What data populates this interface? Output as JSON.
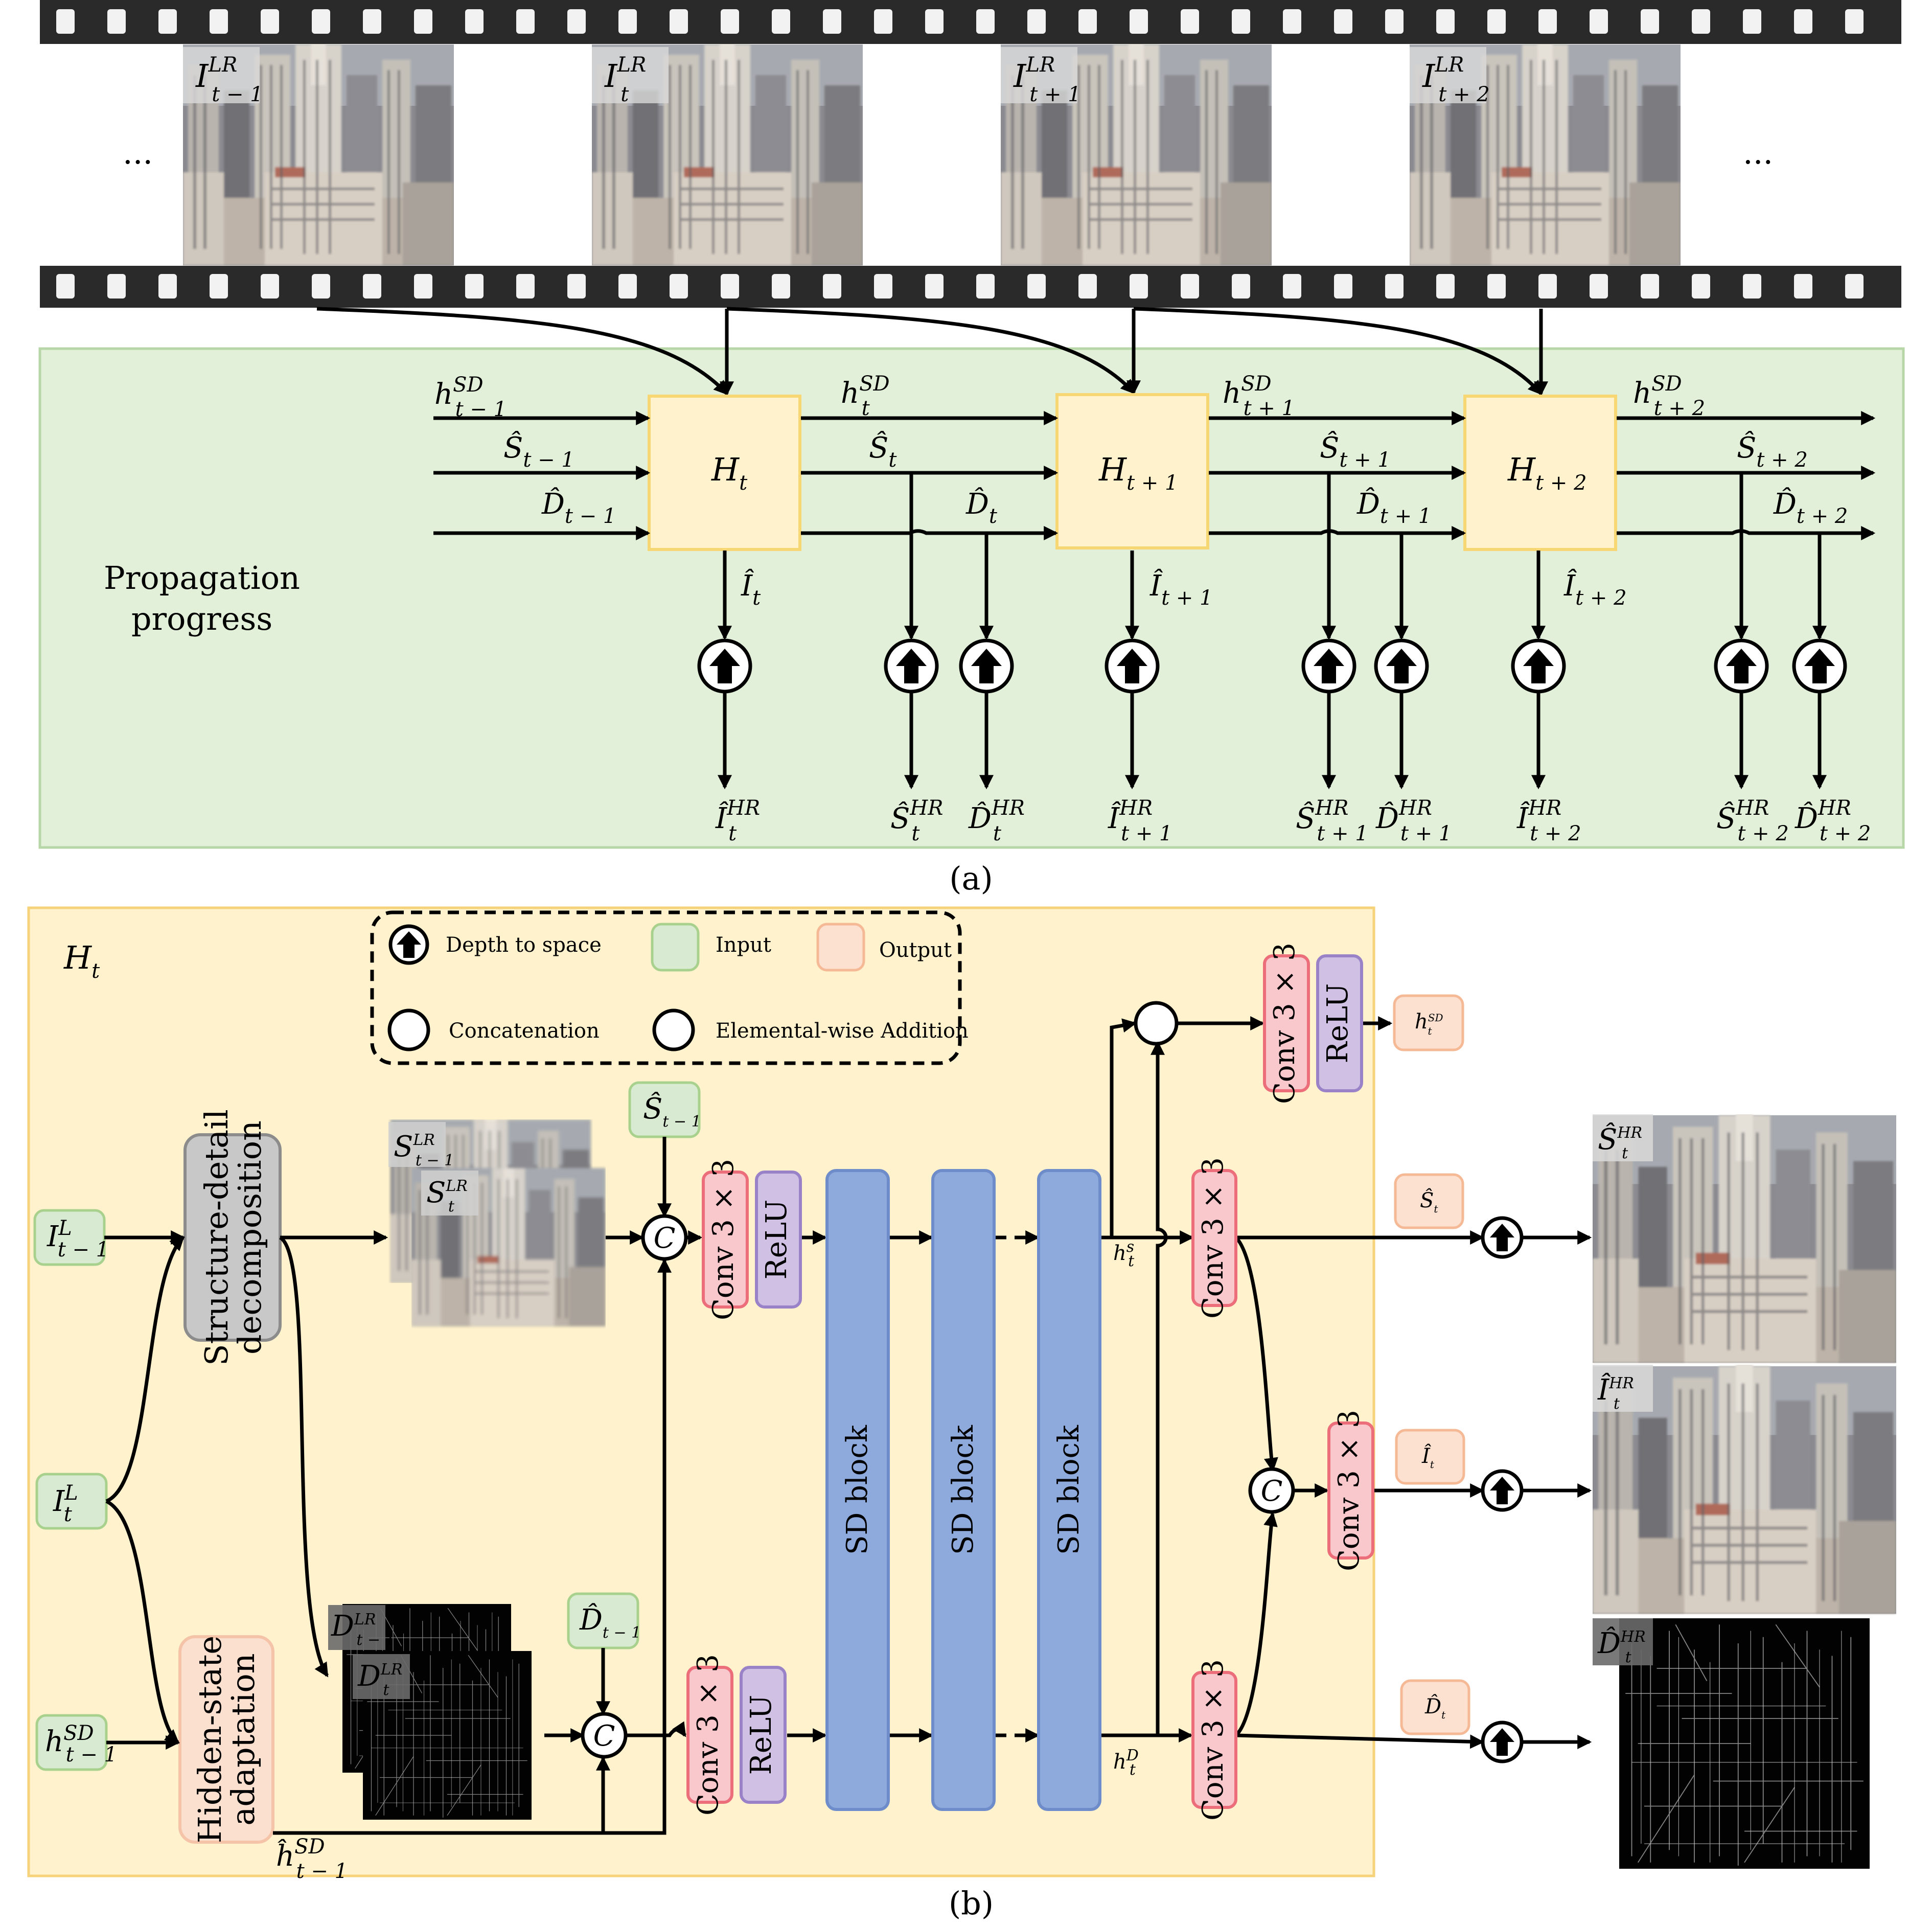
{
  "filmstrip": {
    "frames": [
      {
        "sym": "I",
        "sup": "LR",
        "sub": "t − 1"
      },
      {
        "sym": "I",
        "sup": "LR",
        "sub": "t"
      },
      {
        "sym": "I",
        "sup": "LR",
        "sub": "t + 1"
      },
      {
        "sym": "I",
        "sup": "LR",
        "sub": "t + 2"
      }
    ],
    "ellipsis_left": "...",
    "ellipsis_right": "..."
  },
  "propagation": {
    "title_line1": "Propagation",
    "title_line2": "progress",
    "inputs": {
      "h": {
        "sym": "h",
        "sup": "SD",
        "sub": "t − 1"
      },
      "s": {
        "sym": "Ŝ",
        "sub": "t − 1"
      },
      "d": {
        "sym": "D̂",
        "sub": "t − 1"
      }
    },
    "cells": [
      {
        "H": {
          "sym": "H",
          "sub": "t"
        },
        "h": {
          "sym": "h",
          "sup": "SD",
          "sub": "t"
        },
        "s": {
          "sym": "Ŝ",
          "sub": "t"
        },
        "d": {
          "sym": "D̂",
          "sub": "t"
        },
        "i": {
          "sym": "Î",
          "sub": "t"
        },
        "iHR": {
          "sym": "Î",
          "sup": "HR",
          "sub": "t"
        },
        "sHR": {
          "sym": "Ŝ",
          "sup": "HR",
          "sub": "t"
        },
        "dHR": {
          "sym": "D̂",
          "sup": "HR",
          "sub": "t"
        }
      },
      {
        "H": {
          "sym": "H",
          "sub": "t + 1"
        },
        "h": {
          "sym": "h",
          "sup": "SD",
          "sub": "t + 1"
        },
        "s": {
          "sym": "Ŝ",
          "sub": "t + 1"
        },
        "d": {
          "sym": "D̂",
          "sub": "t + 1"
        },
        "i": {
          "sym": "Î",
          "sub": "t + 1"
        },
        "iHR": {
          "sym": "Î",
          "sup": "HR",
          "sub": "t + 1"
        },
        "sHR": {
          "sym": "Ŝ",
          "sup": "HR",
          "sub": "t + 1"
        },
        "dHR": {
          "sym": "D̂",
          "sup": "HR",
          "sub": "t + 1"
        }
      },
      {
        "H": {
          "sym": "H",
          "sub": "t + 2"
        },
        "h": {
          "sym": "h",
          "sup": "SD",
          "sub": "t + 2"
        },
        "s": {
          "sym": "Ŝ",
          "sub": "t + 2"
        },
        "d": {
          "sym": "D̂",
          "sub": "t + 2"
        },
        "i": {
          "sym": "Î",
          "sub": "t + 2"
        },
        "iHR": {
          "sym": "Î",
          "sup": "HR",
          "sub": "t + 2"
        },
        "sHR": {
          "sym": "Ŝ",
          "sup": "HR",
          "sub": "t + 2"
        },
        "dHR": {
          "sym": "D̂",
          "sup": "HR",
          "sub": "t + 2"
        }
      }
    ],
    "caption": "(a)"
  },
  "detail": {
    "title": {
      "sym": "H",
      "sub": "t"
    },
    "legend": {
      "depth_to_space": "Depth to space",
      "input": "Input",
      "output": "Output",
      "concatenation": "Concatenation",
      "addition": "Elemental-wise Addition"
    },
    "inputs": {
      "i_prev": {
        "sym": "I",
        "sup": "L",
        "sub": "t − 1"
      },
      "i_t": {
        "sym": "I",
        "sup": "L",
        "sub": "t"
      },
      "h_prev": {
        "sym": "h",
        "sup": "SD",
        "sub": "t − 1"
      },
      "s_prev": {
        "sym": "Ŝ",
        "sub": "t − 1"
      },
      "d_prev": {
        "sym": "D̂",
        "sub": "t − 1"
      }
    },
    "decomposition_line1": "Structure-detail",
    "decomposition_line2": "decomposition",
    "adaptation_line1": "Hidden-state",
    "adaptation_line2": "adaptation",
    "h_adapted": {
      "sym": "ĥ",
      "sup": "SD",
      "sub": "t − 1"
    },
    "struct_labels": [
      {
        "sym": "S",
        "sup": "LR",
        "sub": "t − 1"
      },
      {
        "sym": "S",
        "sup": "LR",
        "sub": "t"
      }
    ],
    "detail_labels": [
      {
        "sym": "D",
        "sup": "LR",
        "sub": "t − 1"
      },
      {
        "sym": "D",
        "sup": "LR",
        "sub": "t"
      }
    ],
    "concat_symbol": "C",
    "conv_label": "Conv 3 × 3",
    "relu_label": "ReLU",
    "sd_block_label": "SD block",
    "hs_label": {
      "sym": "h",
      "sup": "s",
      "sub": "t"
    },
    "hd_label": {
      "sym": "h",
      "sup": "D",
      "sub": "t"
    },
    "outputs": {
      "h": {
        "sym": "h",
        "sup": "SD",
        "sub": "t"
      },
      "s": {
        "sym": "Ŝ",
        "sub": "t"
      },
      "i": {
        "sym": "Î",
        "sub": "t"
      },
      "d": {
        "sym": "D̂",
        "sub": "t"
      }
    },
    "result_labels": [
      {
        "sym": "Ŝ",
        "sup": "HR",
        "sub": "t"
      },
      {
        "sym": "Î",
        "sup": "HR",
        "sub": "t"
      },
      {
        "sym": "D̂",
        "sup": "HR",
        "sub": "t"
      }
    ],
    "caption": "(b)"
  },
  "colors": {
    "propagation_bg": "#e2efd9",
    "propagation_border": "#b7d7a8",
    "detail_bg": "#fff2cc",
    "detail_border": "#f6d27a",
    "cell_fill": "#fff2cc",
    "cell_border": "#f7d774",
    "input_fill": "#d9ead3",
    "input_border": "#a9d18e",
    "output_fill": "#fce0d0",
    "output_border": "#f5b996",
    "conv_fill": "#f8c8cc",
    "conv_border": "#ec6e7a",
    "relu_fill": "#d0c0e4",
    "relu_border": "#9a82c8",
    "sd_fill": "#8ea9db",
    "sd_border": "#6d8cc9",
    "decomp_fill": "#c8c8c8",
    "decomp_border": "#8c8c8c",
    "adapt_fill": "#fbe0d0",
    "adapt_border": "#f5c4a8"
  }
}
